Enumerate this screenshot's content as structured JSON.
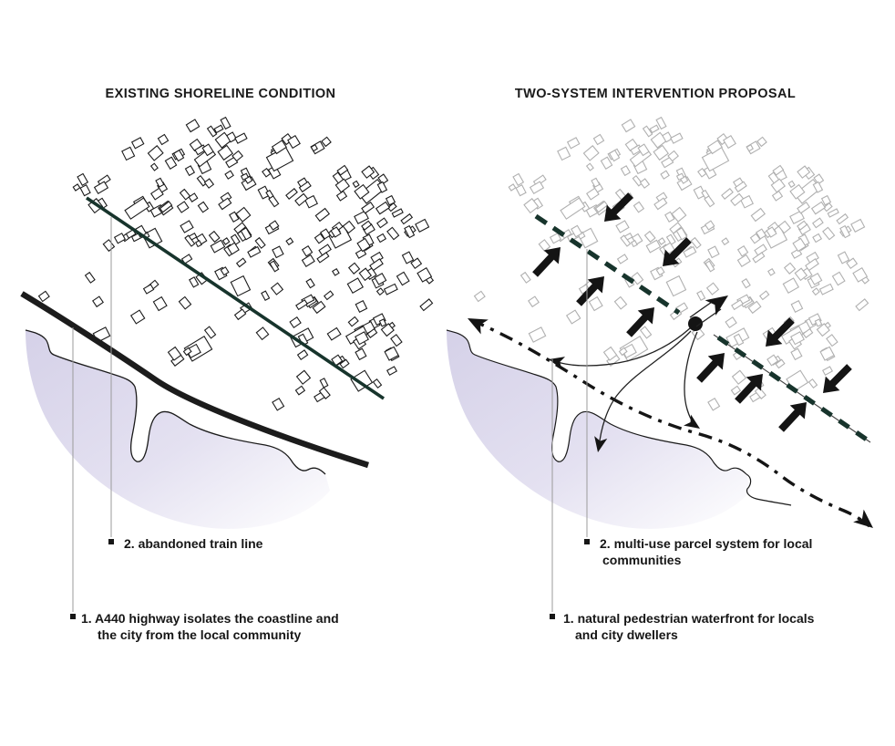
{
  "diagram": {
    "type": "before-after-urban-shoreline-plan",
    "left_panel": {
      "title": "EXISTING SHORELINE CONDITION",
      "annotations": [
        {
          "num": "2",
          "text": "abandoned train line",
          "points_to": "dark teal solid line running diagonally through the city fabric"
        },
        {
          "num": "1",
          "text": "A440 highway isolates the coastline and the city from the local community",
          "points_to": "thick black line along the shore"
        }
      ],
      "features": [
        "black outlined building fabric",
        "solid dark-teal rail line",
        "thick black highway",
        "thin shoreline with lavender water"
      ]
    },
    "right_panel": {
      "title": "TWO-SYSTEM INTERVENTION PROPOSAL",
      "annotations": [
        {
          "num": "2",
          "text": "multi-use parcel system for local communities",
          "points_to": "dashed dark-teal line with black arrows converging from both sides and a hub node"
        },
        {
          "num": "1",
          "text": "natural pedestrian waterfront for locals and city dwellers",
          "points_to": "black dashed route along the shoreline with arrowheads at both ends"
        }
      ],
      "features": [
        "gray outlined building fabric",
        "dashed dark-teal parcel line",
        "hub node with radiating flow arrows",
        "dashed pedestrian waterfront route",
        "thin shoreline with lavender water"
      ]
    }
  },
  "panels": {
    "left": {
      "title": "EXISTING SHORELINE CONDITION",
      "label2": {
        "line1": "2. abandoned train line",
        "line2": ""
      },
      "label1": {
        "line1": "1. A440 highway isolates the coastline and",
        "line2": "the city from the local community"
      }
    },
    "right": {
      "title": "TWO-SYSTEM INTERVENTION PROPOSAL",
      "label2": {
        "line1": "2. multi-use parcel system for local",
        "line2": "communities"
      },
      "label1": {
        "line1": "1. natural pedestrian waterfront for locals",
        "line2": "and city dwellers"
      }
    }
  },
  "colors": {
    "background": "#ffffff",
    "ink": "#1a1a1a",
    "rail_teal": "#17342c",
    "building_black": "#1c1c1c",
    "building_gray": "#b0b0b0",
    "water_lavender": "#d5d1e8",
    "leader_gray": "#9b9b9b",
    "arrow_black": "#141414"
  }
}
